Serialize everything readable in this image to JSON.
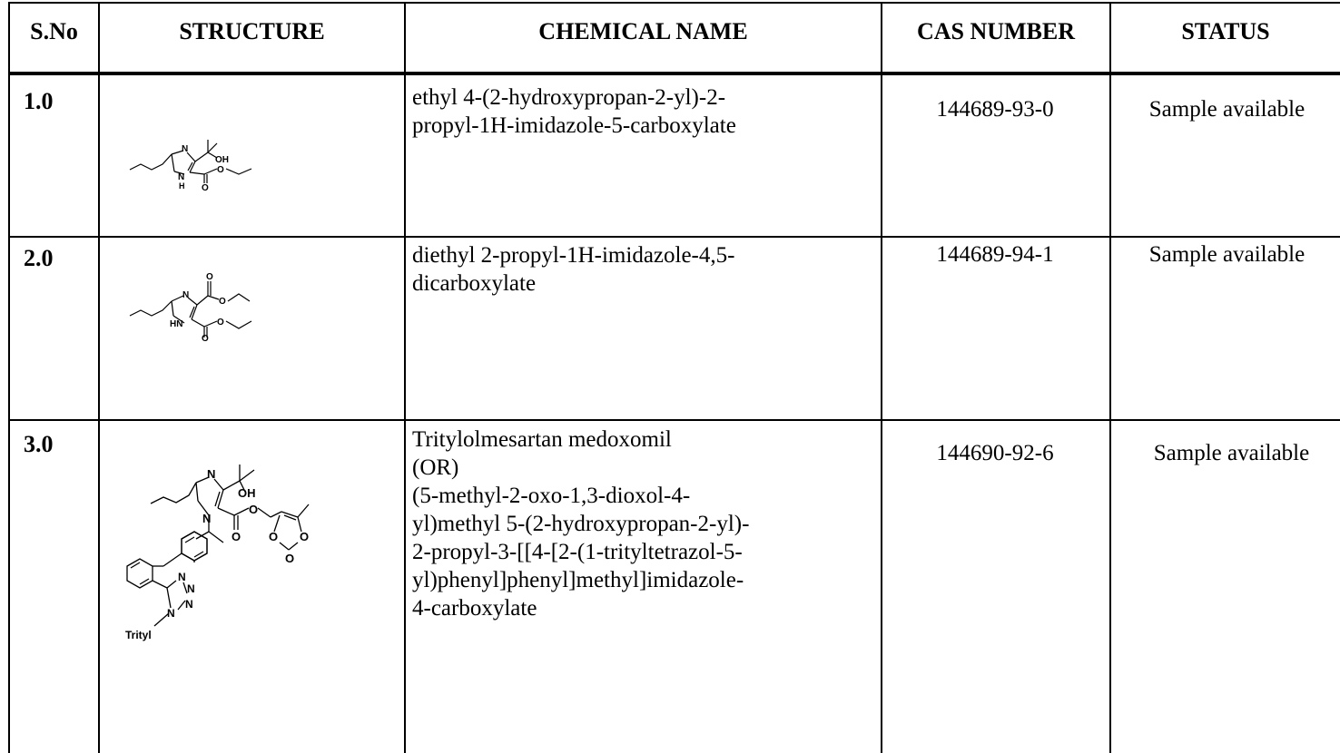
{
  "table": {
    "headers": {
      "sno": "S.No",
      "structure": "STRUCTURE",
      "chemical_name": "CHEMICAL NAME",
      "cas_number": "CAS NUMBER",
      "status": "STATUS"
    },
    "rows": [
      {
        "sno": "1.0",
        "structure_icon": "imidazole-hydroxypropyl-ester-structure",
        "chemical_name": "ethyl 4-(2-hydroxypropan-2-yl)-2-\npropyl-1H-imidazole-5-carboxylate",
        "cas_number": "144689-93-0",
        "status": "Sample available",
        "structure_labels": {
          "n": "N",
          "oh": "OH",
          "nh": "N",
          "h": "H",
          "o1": "O",
          "o2": "O"
        }
      },
      {
        "sno": "2.0",
        "structure_icon": "imidazole-diester-structure",
        "chemical_name": "diethyl 2-propyl-1H-imidazole-4,5-\ndicarboxylate",
        "cas_number": "144689-94-1",
        "status": "Sample available",
        "structure_labels": {
          "n": "N",
          "hn": "HN",
          "o1": "O",
          "o2": "O",
          "o3": "O",
          "o4": "O"
        }
      },
      {
        "sno": "3.0",
        "structure_icon": "trityl-olmesartan-medoxomil-structure",
        "chemical_name": "Tritylolmesartan medoxomil\n(OR)\n(5-methyl-2-oxo-1,3-dioxol-4-\nyl)methyl 5-(2-hydroxypropan-2-yl)-\n2-propyl-3-[[4-[2-(1-trityltetrazol-5-\nyl)phenyl]phenyl]methyl]imidazole-\n4-carboxylate",
        "cas_number": "144690-92-6",
        "status": "Sample available",
        "structure_labels": {
          "n1": "N",
          "oh": "OH",
          "n2": "N",
          "o1": "O",
          "o2": "O",
          "o3": "O",
          "o4": "O",
          "o5": "O",
          "n3": "N",
          "n4": "N",
          "n5": "N",
          "n6": "N",
          "trityl": "Trityl"
        }
      }
    ]
  }
}
